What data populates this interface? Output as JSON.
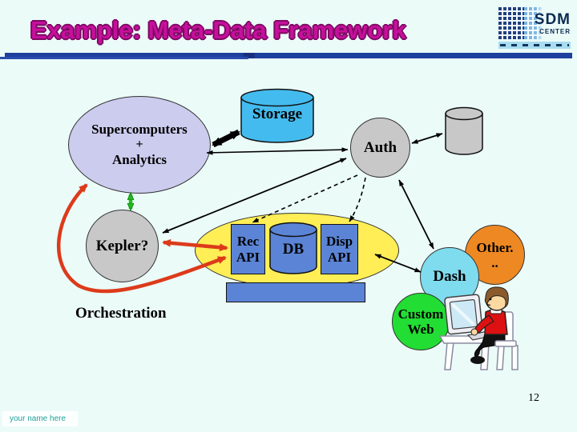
{
  "slide": {
    "title": "Example: Meta-Data Framework",
    "page_number": "12",
    "author_placeholder": "your name here"
  },
  "logo": {
    "name": "SDM",
    "subtitle": "CENTER"
  },
  "nodes": {
    "supercomputers": {
      "line1": "Supercomputers",
      "line2": "+",
      "line3": "Analytics"
    },
    "storage": {
      "label": "Storage"
    },
    "auth": {
      "label": "Auth"
    },
    "kepler": {
      "label": "Kepler?"
    },
    "rec_api": {
      "line1": "Rec",
      "line2": "API"
    },
    "db": {
      "label": "DB"
    },
    "disp_api": {
      "line1": "Disp",
      "line2": "API"
    },
    "other": {
      "line1": "Other.",
      "line2": ".."
    },
    "dash": {
      "label": "Dash"
    },
    "custom_web": {
      "line1": "Custom",
      "line2": "Web"
    },
    "orchestration": {
      "label": "Orchestration"
    }
  },
  "colors": {
    "background": "#ebfbf8",
    "title_text": "#c6109c",
    "title_rule": "#1d3f9e",
    "supercomputers_fill": "#ccccee",
    "storage_fill": "#44bbee",
    "gray_fill": "#c8c8c8",
    "yellow_fill": "#ffee55",
    "api_blue_fill": "#5b84d6",
    "dash_fill": "#7fdbee",
    "custom_web_fill": "#22dd33",
    "other_fill": "#ee8822",
    "red_arrow": "#dd3a1a",
    "green_arrow": "#22bb22"
  }
}
